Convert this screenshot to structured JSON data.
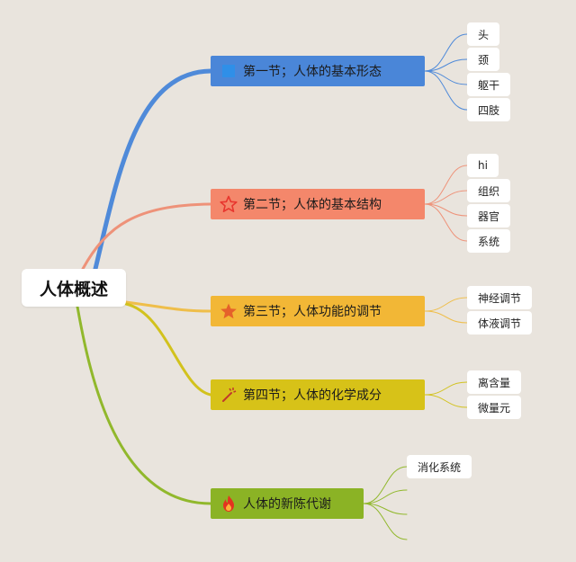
{
  "root": {
    "label": "人体概述"
  },
  "branches": [
    {
      "label": "第一节；人体的基本形态",
      "icon": "blue-square-icon",
      "color": "#4a86d8",
      "line_color": "#4f8ad9",
      "children": [
        "头",
        "颈",
        "躯干",
        "四肢"
      ]
    },
    {
      "label": "第二节；人体的基本结构",
      "icon": "star-outline-icon",
      "color": "#f4876b",
      "line_color": "#ee9279",
      "children": [
        "hi",
        "组织",
        "器官",
        "系统"
      ]
    },
    {
      "label": "第三节；人体功能的调节",
      "icon": "star-filled-icon",
      "color": "#f2b736",
      "line_color": "#efbe4a",
      "children": [
        "神经调节",
        "体液调节"
      ]
    },
    {
      "label": "第四节；人体的化学成分",
      "icon": "magic-wand-icon",
      "color": "#d7c218",
      "line_color": "#d2c21d",
      "children": [
        "离含量",
        "微量元"
      ]
    },
    {
      "label": "人体的新陈代谢",
      "icon": "flame-icon",
      "color": "#8bb325",
      "line_color": "#91b82c",
      "children": [
        "消化系统",
        "",
        "",
        ""
      ]
    }
  ]
}
